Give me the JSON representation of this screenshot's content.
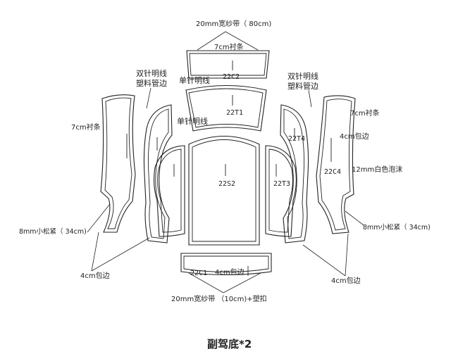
{
  "title": "副驾底*2",
  "pieces": {
    "p22c2": "22C2",
    "p22t1": "22T1",
    "p22s2": "22S2",
    "p22t3": "22T3",
    "p22t4": "22T4",
    "p22c4": "22C4",
    "p22c1": "22C1"
  },
  "annotations": {
    "top_band": "20mm宽纱带（ 80cm)",
    "top_lining": "7cm衬条",
    "left_double_stitch": "双针明线",
    "left_plastic_edge": "塑料管边",
    "single_stitch_top": "单针明线",
    "single_stitch_mid": "单针明线",
    "right_double_stitch": "双针明线",
    "right_plastic_edge": "塑料管边",
    "left_lining": "7cm衬条",
    "right_lining": "7cm衬条",
    "right_binding": "4cm包边",
    "white_foam": "12mm白色泡沫",
    "left_elastic": "8mm小松紧（ 34cm)",
    "right_elastic": "8mm小松紧（ 34cm)",
    "left_binding": "4cm包边",
    "bottom_binding": "4cm包边",
    "right_bottom_binding": "4cm包边",
    "bottom_band": "20mm宽纱带 （10cm)+塑扣"
  }
}
